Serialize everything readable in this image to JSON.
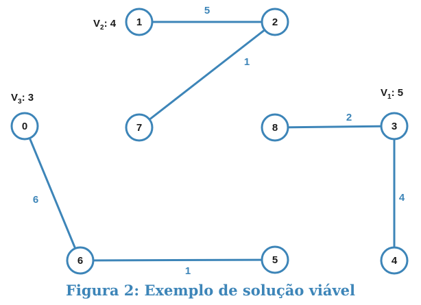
{
  "nodes": [
    {
      "id": "0",
      "label": "0"
    },
    {
      "id": "1",
      "label": "1"
    },
    {
      "id": "2",
      "label": "2"
    },
    {
      "id": "3",
      "label": "3"
    },
    {
      "id": "4",
      "label": "4"
    },
    {
      "id": "5",
      "label": "5"
    },
    {
      "id": "6",
      "label": "6"
    },
    {
      "id": "7",
      "label": "7"
    },
    {
      "id": "8",
      "label": "8"
    }
  ],
  "edges": [
    {
      "from": "1",
      "to": "2",
      "weight": "5"
    },
    {
      "from": "2",
      "to": "7",
      "weight": "1"
    },
    {
      "from": "8",
      "to": "3",
      "weight": "2"
    },
    {
      "from": "3",
      "to": "4",
      "weight": "4"
    },
    {
      "from": "0",
      "to": "6",
      "weight": "6"
    },
    {
      "from": "6",
      "to": "5",
      "weight": "1"
    }
  ],
  "vehicles": [
    {
      "letter": "V",
      "index": "2",
      "value": ": 4",
      "node": "1"
    },
    {
      "letter": "V",
      "index": "3",
      "value": ": 3",
      "node": "0"
    },
    {
      "letter": "V",
      "index": "1",
      "value": ": 5",
      "node": "3"
    }
  ],
  "caption": "Figura 2: Exemplo de solução viável",
  "colors": {
    "accent": "#3d85b8",
    "text": "#1a1a1a",
    "background": "#ffffff"
  }
}
